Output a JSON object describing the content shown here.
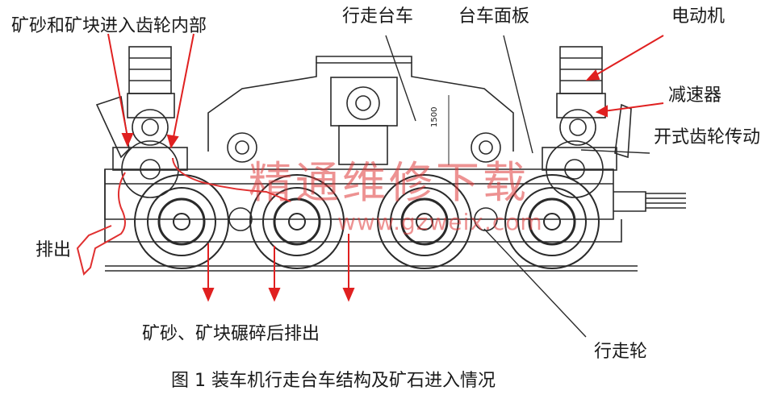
{
  "labels": {
    "ore_enters_gear": "矿砂和矿块进入齿轮内部",
    "travel_trolley": "行走台车",
    "trolley_panel": "台车面板",
    "motor": "电动机",
    "reducer": "减速器",
    "open_gear": "开式齿轮传动",
    "discharge": "排出",
    "crushed_discharge": "矿砂、矿块碾碎后排出",
    "travel_wheel": "行走轮",
    "dimension": "1500"
  },
  "caption": "图 1   装车机行走台车结构及矿石进入情况",
  "watermark": {
    "text": "精通维修下载",
    "url": "www.gzweix.com"
  },
  "colors": {
    "line": "#2a2a2a",
    "red_arrow": "#e02020",
    "ore_path": "#e03030",
    "watermark": "#e03a3a"
  }
}
